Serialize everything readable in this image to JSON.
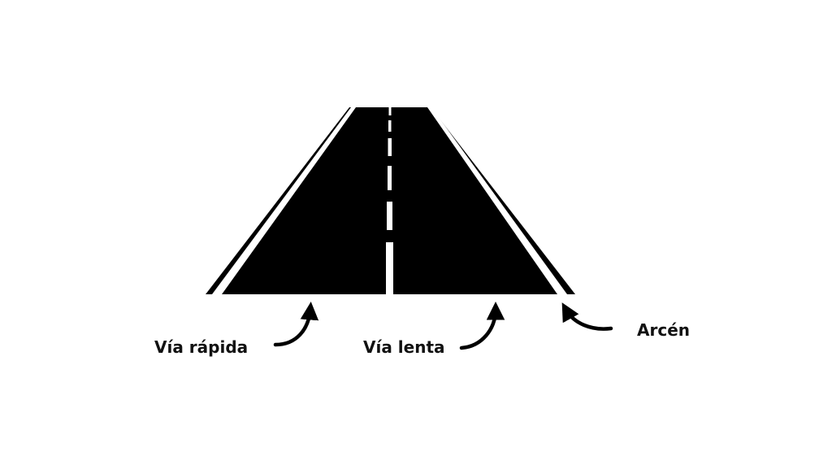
{
  "labels": {
    "fast_lane": "Vía rápida",
    "slow_lane": "Vía lenta",
    "shoulder": "Arcén"
  },
  "colors": {
    "road": "#000000",
    "markings": "#ffffff",
    "text": "#111111",
    "background": "#ffffff"
  },
  "icons": {
    "arrow": "curved-arrow-icon"
  }
}
